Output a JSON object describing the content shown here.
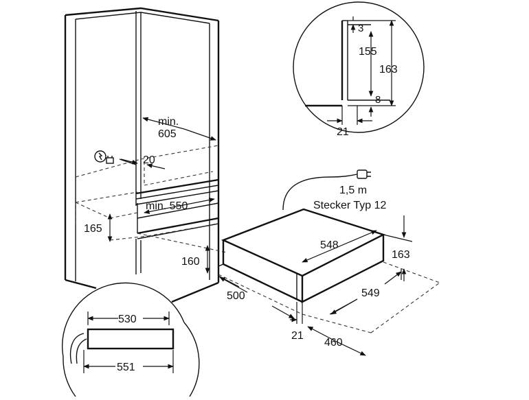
{
  "labels": {
    "min_605": [
      "min.",
      "605"
    ],
    "gap_20": "20",
    "min_550": "min. 550",
    "height_165": "165",
    "height_160": "160",
    "depth_500": "500",
    "front_21": "21",
    "width_460": "460",
    "width_549": "549",
    "width_548": "548",
    "height_163_right": "163",
    "cable_length": "1,5 m",
    "plug_type": "Stecker Typ 12",
    "detail_top": {
      "d3": "3",
      "d155": "155",
      "d163": "163",
      "d8": "8",
      "d21": "21"
    },
    "detail_bottom": {
      "d530": "530",
      "d551": "551"
    }
  },
  "icons": [
    "electrical-warning-icon",
    "power-plug-icon",
    "cable-icon"
  ]
}
